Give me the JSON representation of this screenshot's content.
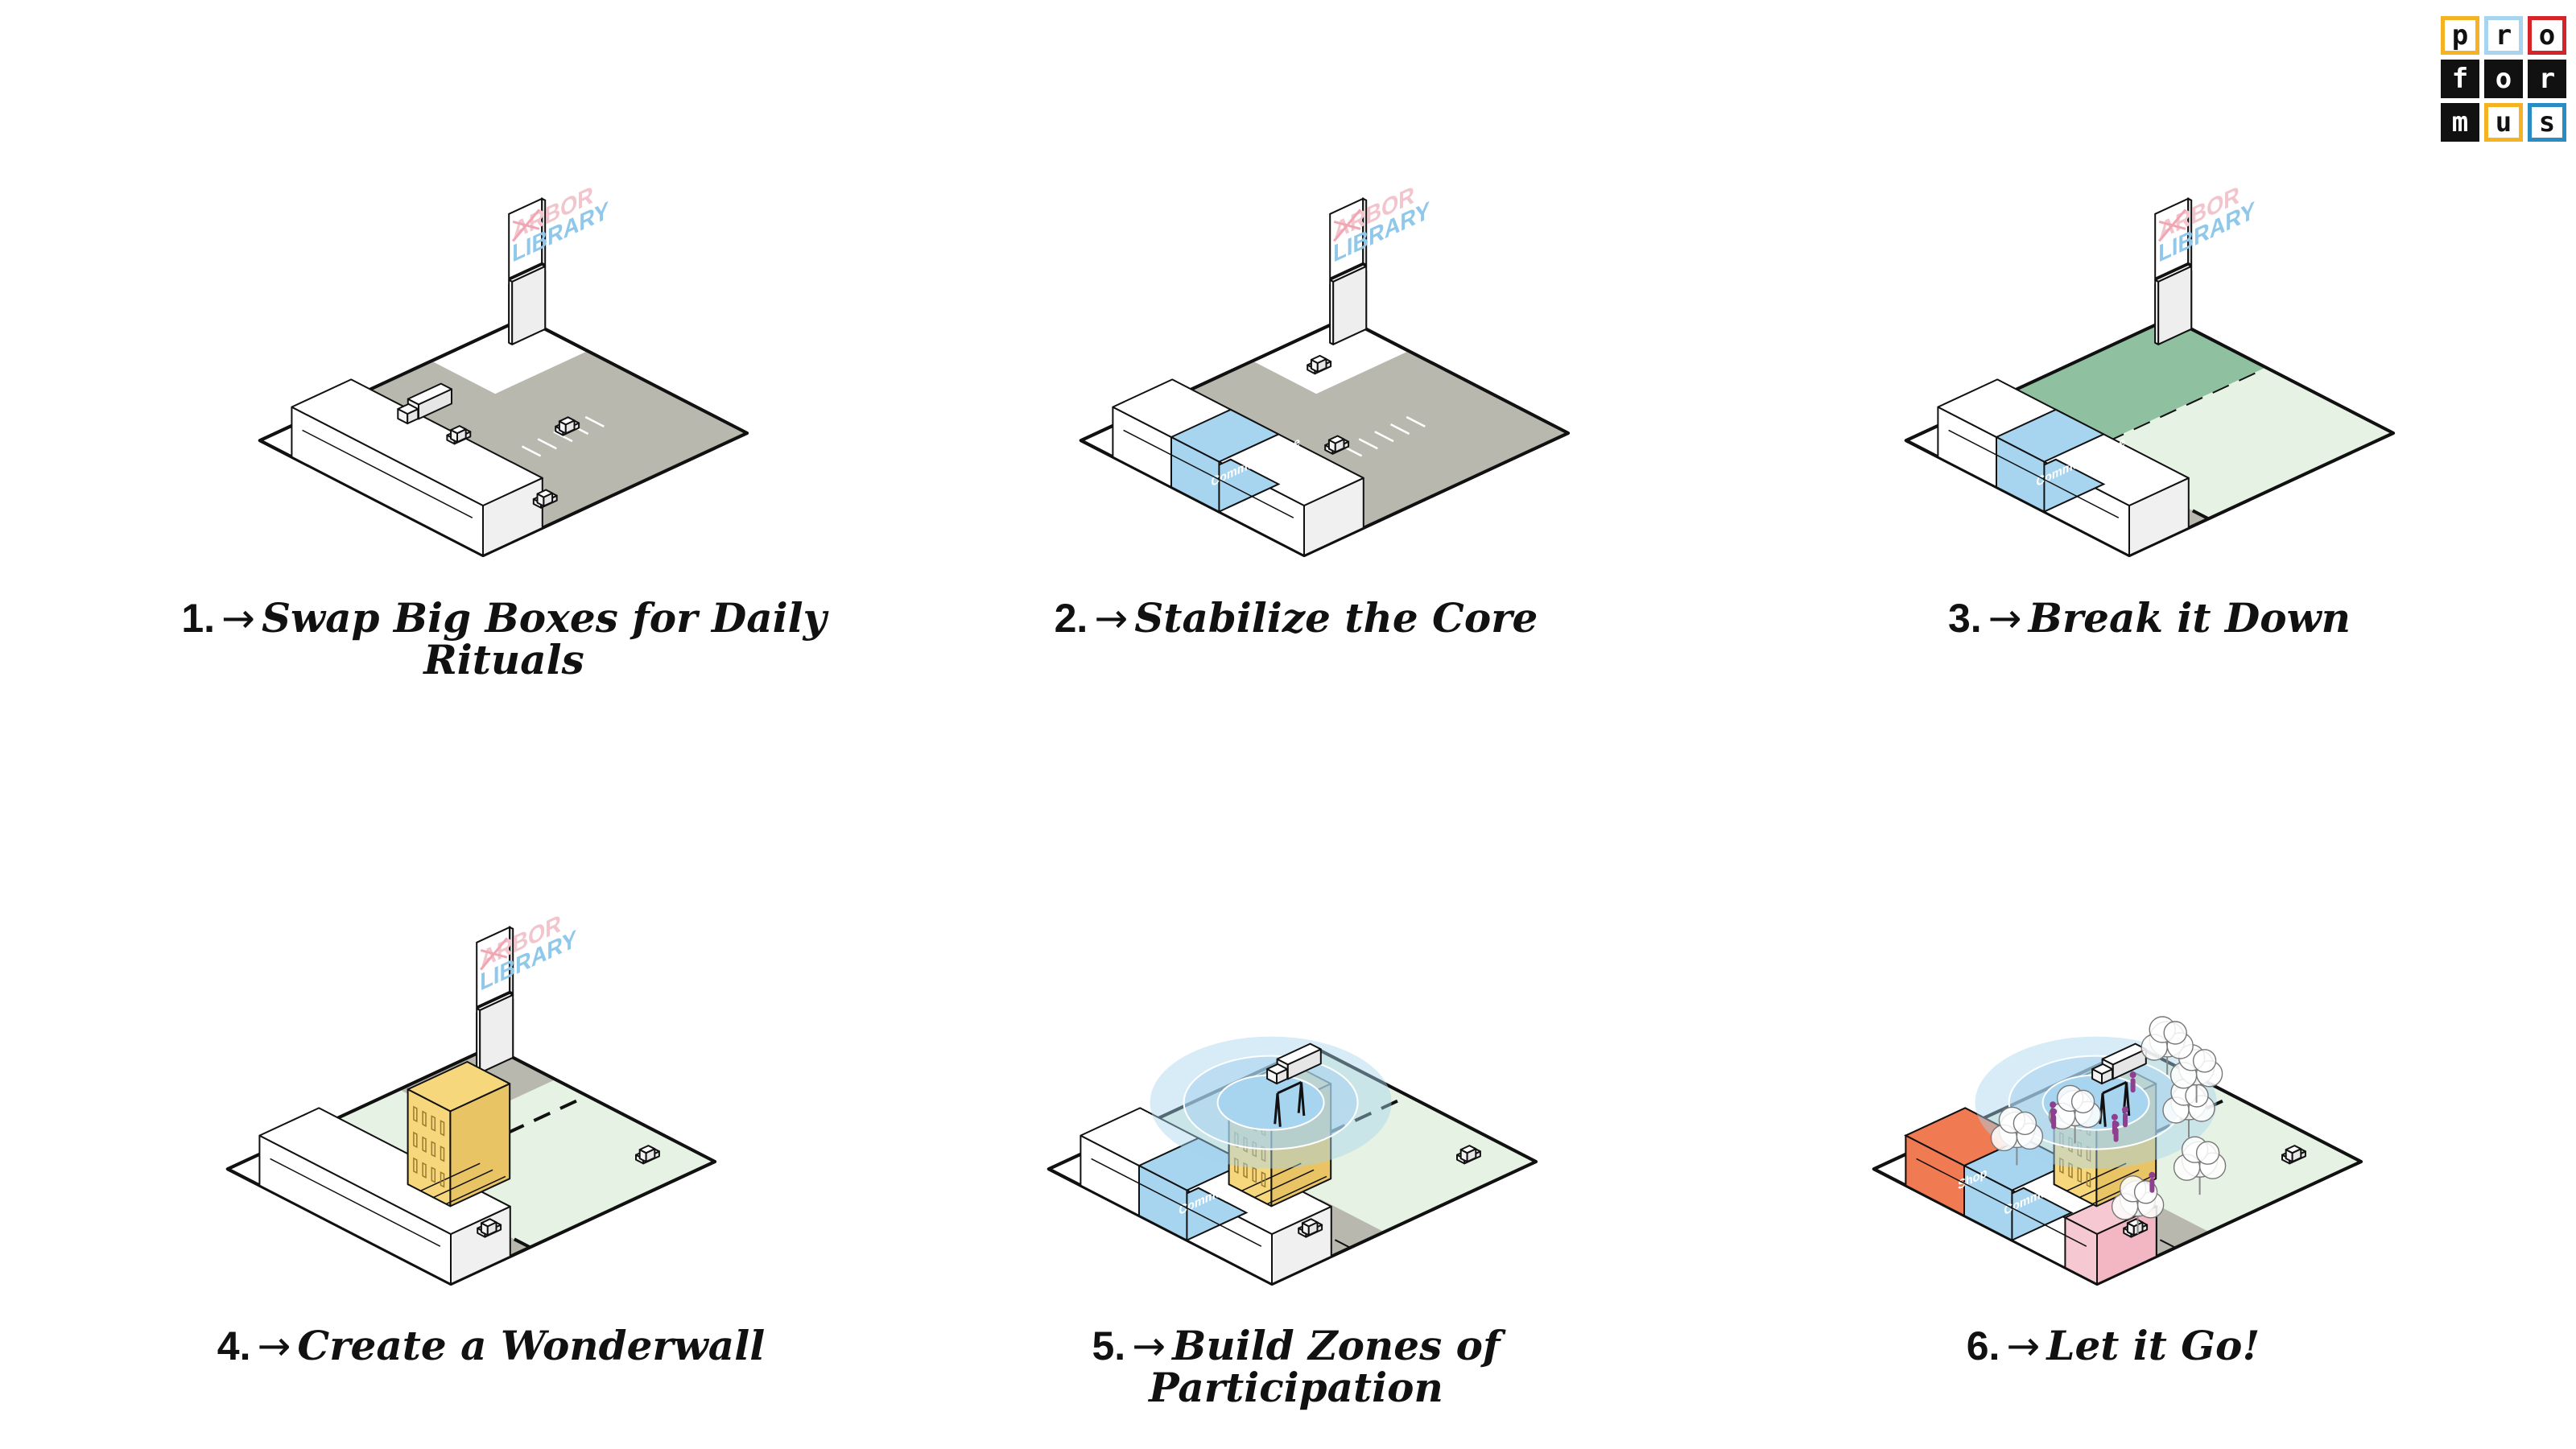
{
  "colors": {
    "background": "#ffffff",
    "asphalt": "#b9b8ae",
    "community_use": "#a7d4ee",
    "wonderwall": "#f7d77c",
    "green_zone": "#8fc1a0",
    "light_green": "#e6f2e3",
    "shop": "#f07a52",
    "pink": "#f6c9d2",
    "people": "#8e3f8e"
  },
  "sign": {
    "crossed_text": "ARBOR",
    "library_text": "LIBRARY"
  },
  "labels": {
    "community_use": "Community Use",
    "shop": "Shop"
  },
  "steps": [
    {
      "num": "1.",
      "arrow": "→",
      "title": "Swap Big Boxes for Daily Rituals"
    },
    {
      "num": "2.",
      "arrow": "→",
      "title": "Stabilize the Core"
    },
    {
      "num": "3.",
      "arrow": "→",
      "title": "Break it Down"
    },
    {
      "num": "4.",
      "arrow": "→",
      "title": "Create a Wonderwall"
    },
    {
      "num": "5.",
      "arrow": "→",
      "title": "Build Zones of Participation"
    },
    {
      "num": "6.",
      "arrow": "→",
      "title": "Let it Go!"
    }
  ],
  "logo": {
    "letters": [
      "p",
      "r",
      "o",
      "f",
      "o",
      "r",
      "m",
      "u",
      "s"
    ],
    "colors": [
      "#f5b324",
      "#a7d4ee",
      "#d6242b",
      "#111111",
      "#111111",
      "#111111",
      "#111111",
      "#f5b324",
      "#2a8cc4"
    ]
  }
}
